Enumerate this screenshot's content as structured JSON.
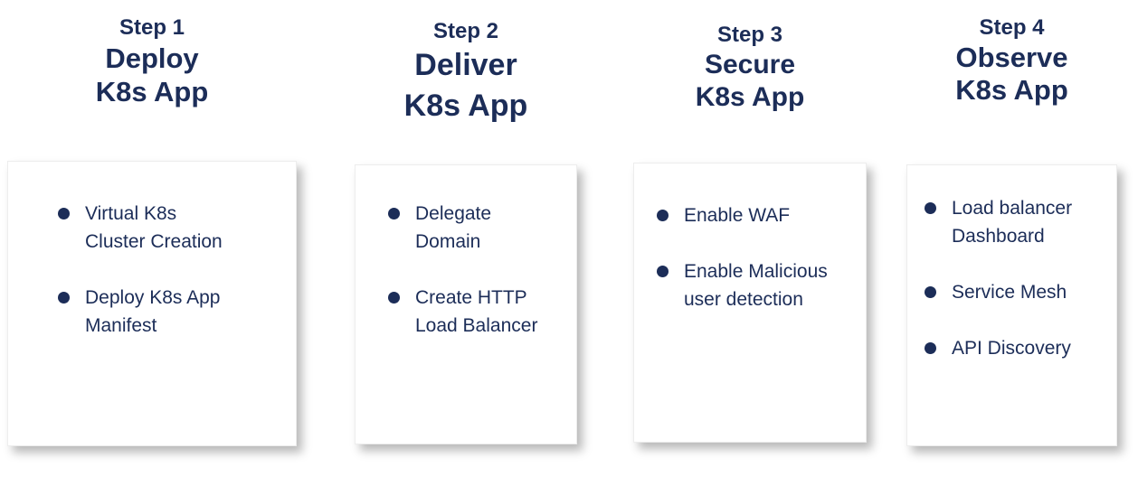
{
  "theme": {
    "background": "#ffffff",
    "text_color": "#1c2d58",
    "card_background": "#ffffff",
    "card_shadow": "rgba(0,0,0,0.28)"
  },
  "columns": [
    {
      "step_label": "Step 1",
      "title": "Deploy K8s App",
      "title_lines": [
        "Deploy",
        "K8s App"
      ],
      "bullets": [
        {
          "text": "Virtual K8s Cluster Creation",
          "lines": [
            "Virtual K8s",
            "Cluster Creation"
          ]
        },
        {
          "text": "Deploy K8s App Manifest",
          "lines": [
            "Deploy K8s App",
            "Manifest"
          ]
        }
      ]
    },
    {
      "step_label": "Step 2",
      "title": "Deliver K8s App",
      "title_lines": [
        "Deliver",
        "K8s App"
      ],
      "bullets": [
        {
          "text": "Delegate Domain",
          "lines": [
            "Delegate",
            "Domain"
          ]
        },
        {
          "text": "Create HTTP Load Balancer",
          "lines": [
            "Create HTTP",
            "Load Balancer"
          ]
        }
      ]
    },
    {
      "step_label": "Step 3",
      "title": "Secure K8s App",
      "title_lines": [
        "Secure",
        "K8s App"
      ],
      "bullets": [
        {
          "text": "Enable WAF",
          "lines": [
            "Enable WAF"
          ]
        },
        {
          "text": "Enable Malicious user detection",
          "lines": [
            "Enable Malicious",
            "user detection"
          ]
        }
      ]
    },
    {
      "step_label": "Step 4",
      "title": "Observe K8s App",
      "title_lines": [
        "Observe",
        "K8s App"
      ],
      "bullets": [
        {
          "text": "Load balancer Dashboard",
          "lines": [
            "Load balancer",
            "Dashboard"
          ]
        },
        {
          "text": "Service Mesh",
          "lines": [
            "Service Mesh"
          ]
        },
        {
          "text": "API Discovery",
          "lines": [
            "API Discovery"
          ]
        }
      ]
    }
  ]
}
